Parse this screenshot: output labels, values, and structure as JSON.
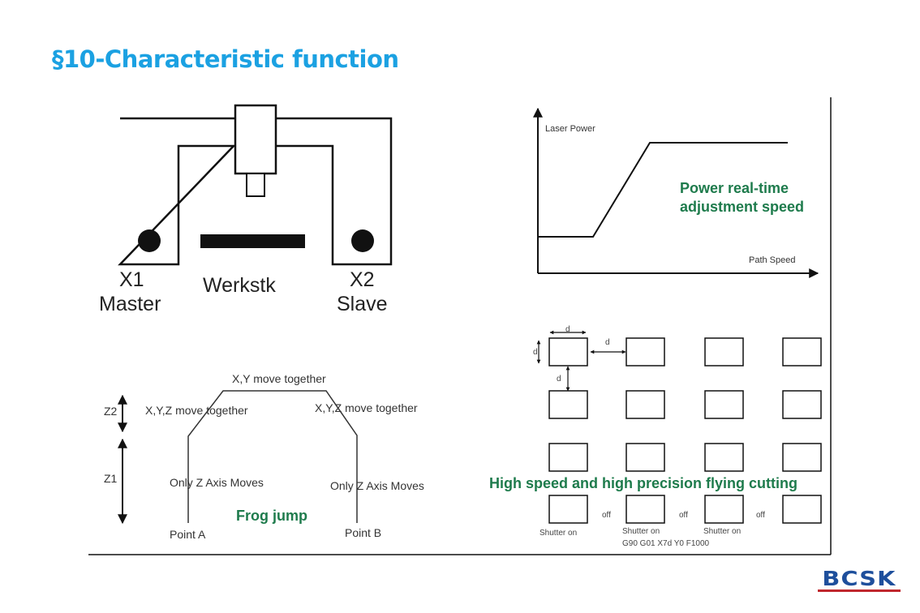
{
  "slide": {
    "title": "§10-Characteristic function",
    "logo": "BCSK",
    "colors": {
      "title": "#1ba1e2",
      "caption": "#1e7b4c",
      "logo_text": "#1e4f9c",
      "logo_bar": "#c0272d"
    }
  },
  "gantry_diagram": {
    "x1_label": "X1",
    "x1_role": "Master",
    "workpiece_label": "Werkstk",
    "x2_label": "X2",
    "x2_role": "Slave"
  },
  "power_chart": {
    "y_axis_label": "Laser Power",
    "x_axis_label": "Path Speed",
    "caption_line1": "Power real-time",
    "caption_line2": "adjustment speed"
  },
  "frog_jump": {
    "top_label": "X,Y move together",
    "left_diag_label": "X,Y,Z move together",
    "right_diag_label": "X,Y,Z move together",
    "z2_label": "Z2",
    "z1_label": "Z1",
    "left_vertical_label": "Only Z Axis Moves",
    "right_vertical_label": "Only Z Axis Moves",
    "point_a": "Point A",
    "point_b": "Point B",
    "caption": "Frog jump"
  },
  "flying_cut": {
    "dim_label": "d",
    "caption": "High speed and high precision flying cutting",
    "off_label": "off",
    "shutter_on_label": "Shutter on",
    "gcode": "G90 G01 X7d Y0 F1000",
    "grid": {
      "rows": 4,
      "cols": 4
    }
  }
}
